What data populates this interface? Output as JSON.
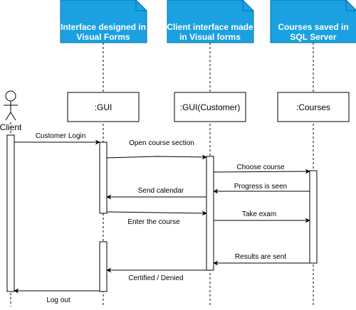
{
  "colors": {
    "note_fill": "#1ba1e2",
    "note_stroke": "#006eaf",
    "line": "#000000",
    "bg": "#ffffff"
  },
  "notes": {
    "gui": [
      "Interface designed in",
      "Visual Forms"
    ],
    "customer": [
      "Client interface made",
      "in Visual forms"
    ],
    "courses": [
      "Courses saved in",
      "SQL Server"
    ]
  },
  "actor": {
    "label": "Client"
  },
  "boxes": {
    "gui": ":GUI",
    "customer": ":GUI(Customer)",
    "courses": ":Courses"
  },
  "messages": {
    "customer_login": "Customer Login",
    "open_course_section": "Open course section",
    "choose_course": "Choose course",
    "progress_is_seen": "Progress is seen",
    "send_calendar": "Send calendar",
    "take_exam": "Take exam",
    "enter_the_course": "Enter the course",
    "results_are_sent": "Results are sent",
    "certified_denied": "Certified / Denied",
    "log_out": "Log out"
  }
}
